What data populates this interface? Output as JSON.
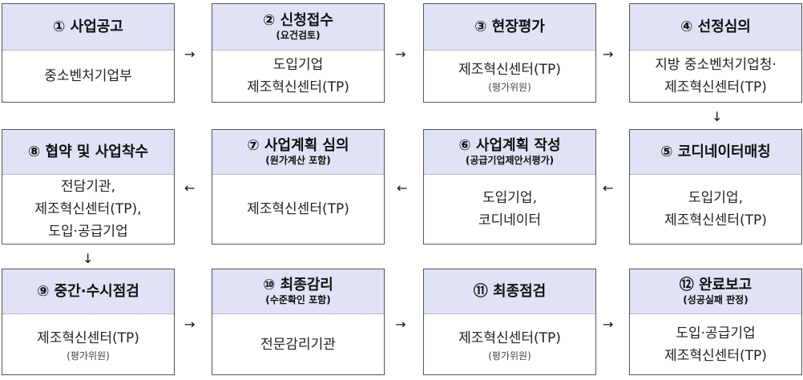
{
  "steps": [
    {
      "title": "① 사업공고",
      "sub": "",
      "lines": [
        "중소벤처기업부"
      ],
      "note": ""
    },
    {
      "title": "② 신청접수",
      "sub": "(요건검토)",
      "lines": [
        "도입기업",
        "제조혁신센터(TP)"
      ],
      "note": ""
    },
    {
      "title": "③ 현장평가",
      "sub": "",
      "lines": [
        "제조혁신센터(TP)"
      ],
      "note": "(평가위원)"
    },
    {
      "title": "④ 선정심의",
      "sub": "",
      "lines": [
        "지방 중소벤처기업청·",
        "제조혁신센터(TP)"
      ],
      "note": ""
    },
    {
      "title": "⑤ 코디네이터매칭",
      "sub": "",
      "lines": [
        "도입기업,",
        "제조혁신센터(TP)"
      ],
      "note": ""
    },
    {
      "title": "⑥ 사업계획 작성",
      "sub": "(공급기업제안서평가)",
      "lines": [
        "도입기업,",
        "코디네이터"
      ],
      "note": ""
    },
    {
      "title": "⑦ 사업계획 심의",
      "sub": "(원가계산 포함)",
      "lines": [
        "제조혁신센터(TP)"
      ],
      "note": ""
    },
    {
      "title": "⑧ 협약 및 사업착수",
      "sub": "",
      "lines": [
        "전담기관,",
        "제조혁신센터(TP),",
        "도입·공급기업"
      ],
      "note": ""
    },
    {
      "title": "⑨ 중간·수시점검",
      "sub": "",
      "lines": [
        "제조혁신센터(TP)"
      ],
      "note": "(평가위원)"
    },
    {
      "title": "⑩ 최종감리",
      "sub": "(수준확인 포함)",
      "lines": [
        "전문감리기관"
      ],
      "note": ""
    },
    {
      "title": "⑪ 최종점검",
      "sub": "",
      "lines": [
        "제조혁신센터(TP)"
      ],
      "note": "(평가위원)"
    },
    {
      "title": "⑫ 완료보고",
      "sub": "(성공실패 판정)",
      "lines": [
        "도입·공급기업",
        "제조혁신센터(TP)"
      ],
      "note": ""
    }
  ],
  "arrows": {
    "right": "→",
    "left": "←",
    "down": "↓"
  }
}
